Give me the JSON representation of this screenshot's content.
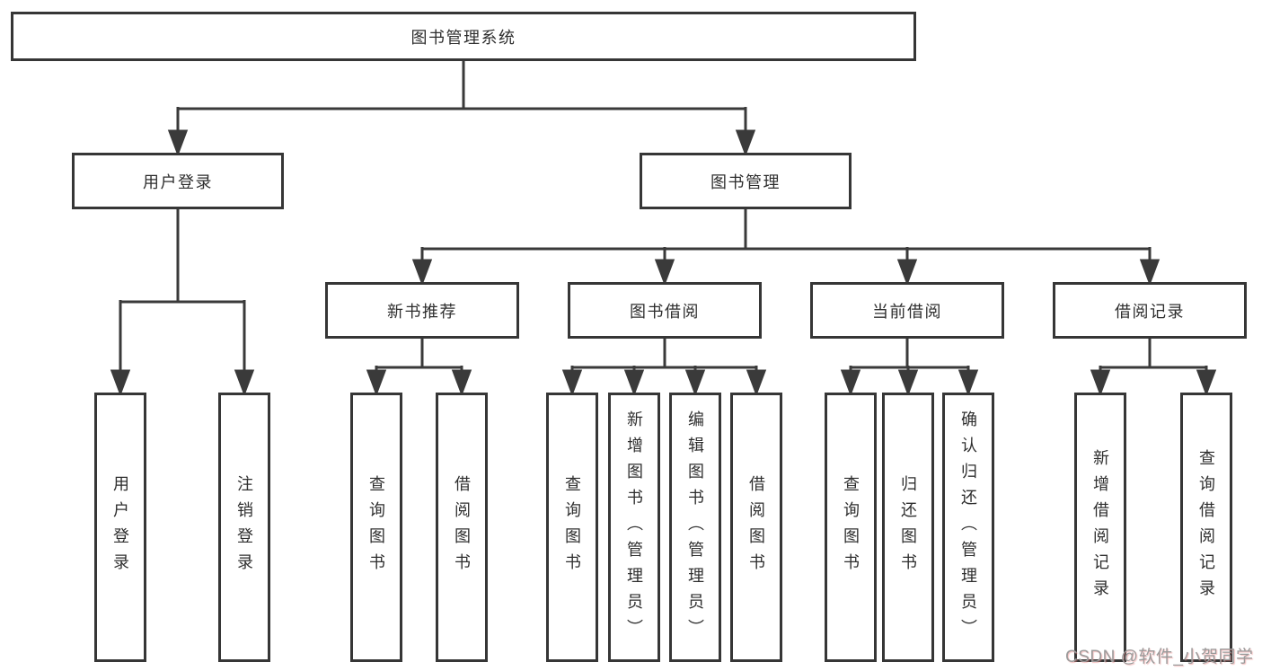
{
  "diagram": {
    "type": "hierarchy",
    "root": {
      "label": "图书管理系统"
    },
    "branches": [
      {
        "label": "用户登录",
        "children": [
          {
            "label": "用户登录"
          },
          {
            "label": "注销登录"
          }
        ]
      },
      {
        "label": "图书管理",
        "children": [
          {
            "label": "新书推荐",
            "children": [
              {
                "label": "查询图书"
              },
              {
                "label": "借阅图书"
              }
            ]
          },
          {
            "label": "图书借阅",
            "children": [
              {
                "label": "查询图书"
              },
              {
                "label": "新增图书（管理员）"
              },
              {
                "label": "编辑图书（管理员）"
              },
              {
                "label": "借阅图书"
              }
            ]
          },
          {
            "label": "当前借阅",
            "children": [
              {
                "label": "查询图书"
              },
              {
                "label": "归还图书"
              },
              {
                "label": "确认归还（管理员）"
              }
            ]
          },
          {
            "label": "借阅记录",
            "children": [
              {
                "label": "新增借阅记录"
              },
              {
                "label": "查询借阅记录"
              }
            ]
          }
        ]
      }
    ],
    "colors": {
      "line": "#3a3a3a",
      "box_border": "#363636",
      "text": "#2e2e2e",
      "background": "#ffffff"
    }
  },
  "watermark": {
    "text": "CSDN @软件_小贺同学",
    "color": "#9b9b9b"
  }
}
